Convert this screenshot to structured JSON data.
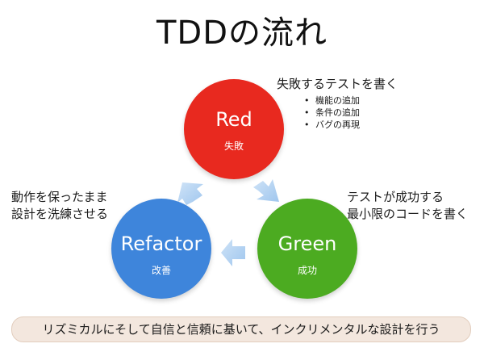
{
  "title": "TDDの流れ",
  "nodes": {
    "red": {
      "name": "Red",
      "sub": "失敗"
    },
    "green": {
      "name": "Green",
      "sub": "成功"
    },
    "refactor": {
      "name": "Refactor",
      "sub": "改善"
    }
  },
  "notes": {
    "red": {
      "heading": "失敗するテストを書く",
      "items": [
        "機能の追加",
        "条件の追加",
        "バグの再現"
      ]
    },
    "green": {
      "lines": [
        "テストが成功する",
        "最小限のコードを書く"
      ]
    },
    "refactor": {
      "lines": [
        "動作を保ったまま",
        "設計を洗練させる"
      ]
    }
  },
  "banner": "リズミカルにそして自信と信頼に基いて、インクリメンタルな設計を行う",
  "colors": {
    "red": "#e8291f",
    "green": "#4cab21",
    "refactor": "#3e85db",
    "arrow": "#a9cdf2"
  }
}
